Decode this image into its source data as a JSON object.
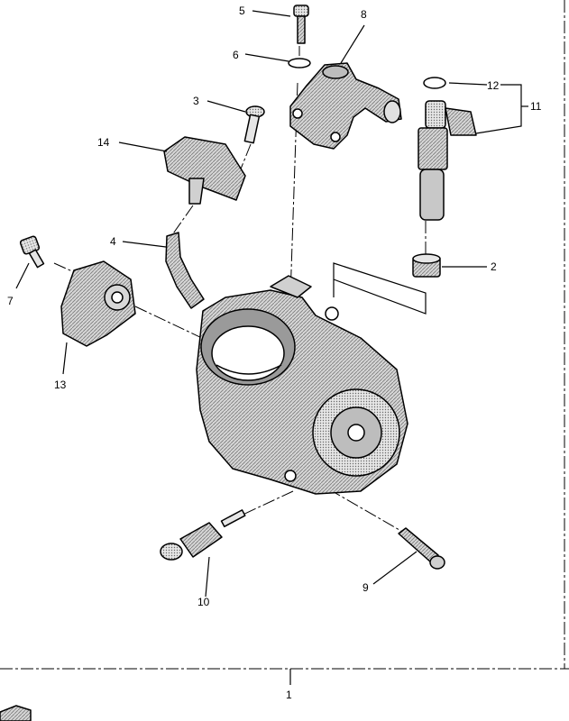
{
  "diagram": {
    "callouts": [
      {
        "id": "c1",
        "text": "1"
      },
      {
        "id": "c2",
        "text": "2"
      },
      {
        "id": "c3",
        "text": "3"
      },
      {
        "id": "c4",
        "text": "4"
      },
      {
        "id": "c5",
        "text": "5"
      },
      {
        "id": "c6",
        "text": "6"
      },
      {
        "id": "c7",
        "text": "7"
      },
      {
        "id": "c8",
        "text": "8"
      },
      {
        "id": "c9",
        "text": "9"
      },
      {
        "id": "c10",
        "text": "10"
      },
      {
        "id": "c11",
        "text": "11"
      },
      {
        "id": "c12",
        "text": "12"
      },
      {
        "id": "c13",
        "text": "13"
      },
      {
        "id": "c14",
        "text": "14"
      }
    ],
    "colors": {
      "ink": "#000000",
      "shade_light": "#cfcfcf",
      "shade_dark": "#8a8a8a",
      "paper": "#ffffff"
    }
  }
}
